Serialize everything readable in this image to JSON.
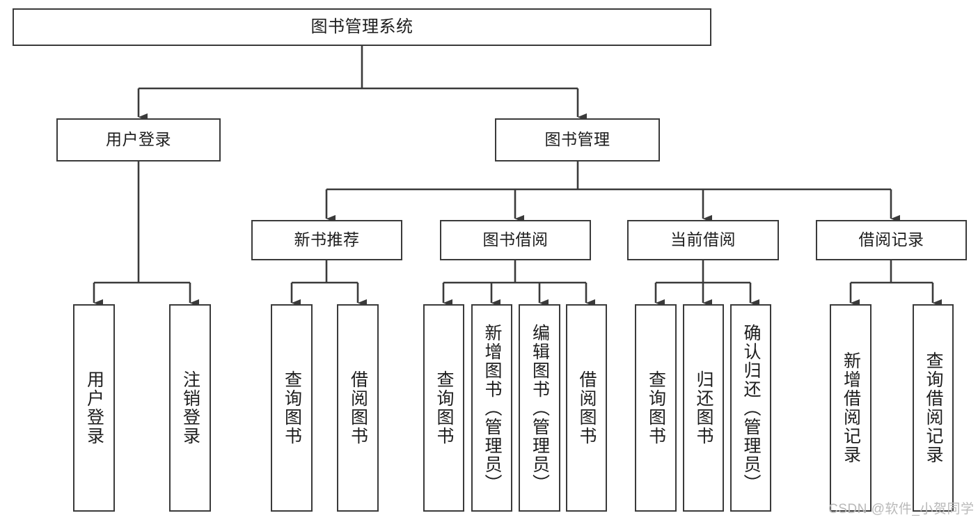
{
  "diagram": {
    "title": "图书管理系统",
    "style": {
      "box_border_color": "#3a3a3a",
      "box_fill_color": "#ffffff",
      "edge_color": "#3a3a3a",
      "text_color": "#1d1d1d",
      "background_color": "#ffffff",
      "watermark_color": "#b9b9b9"
    },
    "levels": {
      "root": {
        "label": "图书管理系统"
      },
      "level2": [
        {
          "label": "用户登录"
        },
        {
          "label": "图书管理"
        }
      ],
      "level3": [
        {
          "label": "新书推荐"
        },
        {
          "label": "图书借阅"
        },
        {
          "label": "当前借阅"
        },
        {
          "label": "借阅记录"
        }
      ],
      "level4": [
        {
          "label": "用户登录",
          "group": "用户登录"
        },
        {
          "label": "注销登录",
          "group": "用户登录"
        },
        {
          "label": "查询图书",
          "group": "新书推荐"
        },
        {
          "label": "借阅图书",
          "group": "新书推荐"
        },
        {
          "label": "查询图书",
          "group": "图书借阅"
        },
        {
          "label": "新增图书（管理员）",
          "group": "图书借阅"
        },
        {
          "label": "编辑图书（管理员）",
          "group": "图书借阅"
        },
        {
          "label": "借阅图书",
          "group": "图书借阅"
        },
        {
          "label": "查询图书",
          "group": "当前借阅"
        },
        {
          "label": "归还图书",
          "group": "当前借阅"
        },
        {
          "label": "确认归还（管理员）",
          "group": "当前借阅"
        },
        {
          "label": "新增借阅记录",
          "group": "借阅记录"
        },
        {
          "label": "查询借阅记录",
          "group": "借阅记录"
        }
      ]
    },
    "watermark": "CSDN @软件_小贺同学"
  }
}
